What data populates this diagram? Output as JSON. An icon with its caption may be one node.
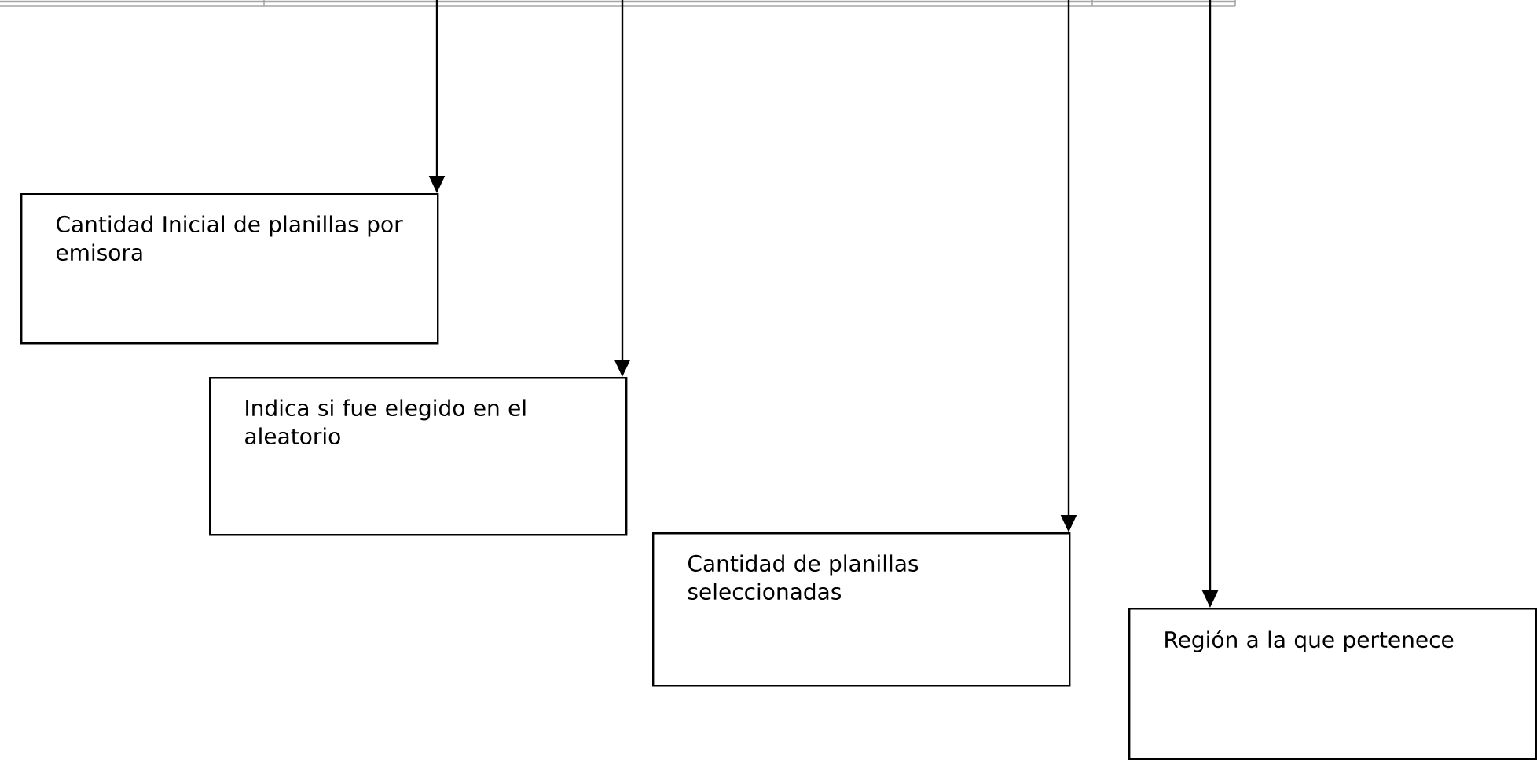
{
  "diagram": {
    "nodes": [
      {
        "text": [
          "Cantidad Inicial de planillas por emisora"
        ]
      },
      {
        "text": [
          "Indica si fue elegido en el aleatorio"
        ]
      },
      {
        "text": [
          "Cantidad de planillas seleccionadas"
        ]
      },
      {
        "text": [
          "Región a la que pertenece"
        ]
      }
    ],
    "edges": [
      {
        "from": null,
        "to": 0,
        "arrow": "to"
      },
      {
        "from": null,
        "to": 1,
        "arrow": "to"
      },
      {
        "from": null,
        "to": 2,
        "arrow": "to"
      },
      {
        "from": null,
        "to": 3,
        "arrow": "to"
      }
    ]
  }
}
